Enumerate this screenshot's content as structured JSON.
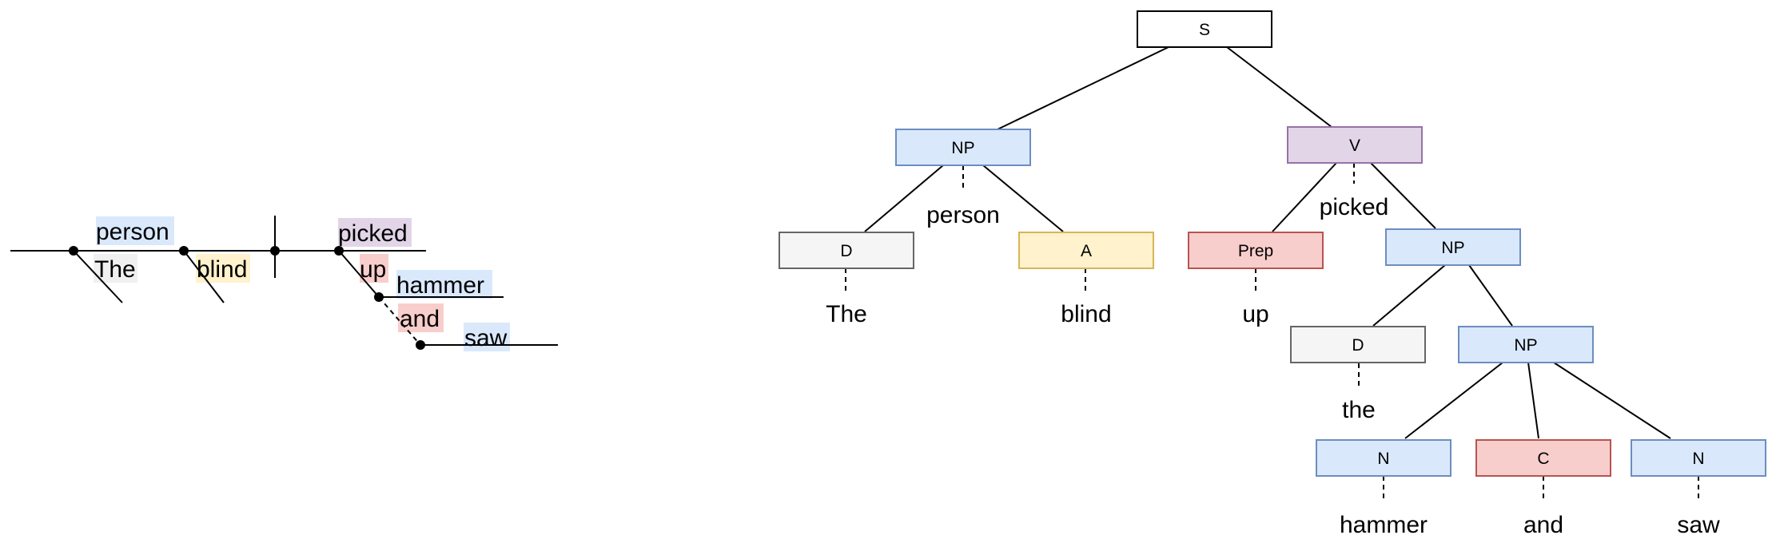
{
  "reed_kellogg": {
    "subject": "person",
    "subject_modifier": "The",
    "adjective": "blind",
    "verb": "picked",
    "particle": "up",
    "object_1": "hammer",
    "conjunction": "and",
    "object_2": "saw"
  },
  "tree": {
    "root": "S",
    "np_subject": {
      "label": "NP",
      "head": "person"
    },
    "det_1": {
      "label": "D",
      "word": "The"
    },
    "adj": {
      "label": "A",
      "word": "blind"
    },
    "verb": {
      "label": "V",
      "head": "picked"
    },
    "prep": {
      "label": "Prep",
      "word": "up"
    },
    "np_object": {
      "label": "NP"
    },
    "det_2": {
      "label": "D",
      "word": "the"
    },
    "np_coord": {
      "label": "NP"
    },
    "noun_1": {
      "label": "N",
      "word": "hammer"
    },
    "conj": {
      "label": "C",
      "word": "and"
    },
    "noun_2": {
      "label": "N",
      "word": "saw"
    }
  },
  "colors": {
    "np_fill": "#dae8fc",
    "np_stroke": "#6c8ebf",
    "det_fill": "#f5f5f5",
    "det_stroke": "#666666",
    "adj_fill": "#fff2cc",
    "adj_stroke": "#d6b656",
    "verb_fill": "#e1d5e7",
    "verb_stroke": "#9673a6",
    "prep_fill": "#f8cecc",
    "prep_stroke": "#b85450",
    "root_fill": "#ffffff",
    "root_stroke": "#000000"
  }
}
